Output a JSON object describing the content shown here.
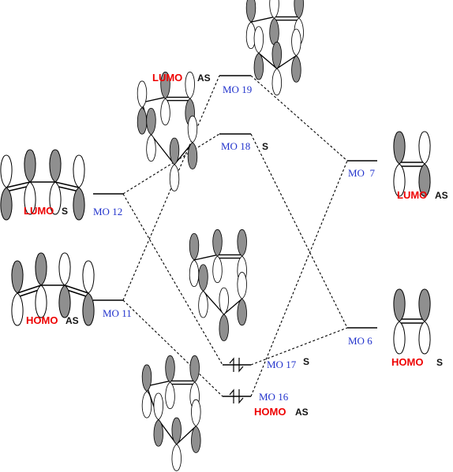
{
  "butadiene": {
    "lumo": {
      "label": "LUMO",
      "sym": "S",
      "mo": "MO 12"
    },
    "homo": {
      "label": "HOMO",
      "sym": "AS",
      "mo": "MO 11"
    }
  },
  "ethylene": {
    "lumo": {
      "label": "LUMO",
      "sym": "AS",
      "mo": "MO  7"
    },
    "homo": {
      "label": "HOMO",
      "sym": "S",
      "mo": "MO 6"
    }
  },
  "product": {
    "mo19": {
      "label": "LUMO",
      "sym": "AS",
      "mo": "MO 19"
    },
    "mo18": {
      "sym": "S",
      "mo": "MO 18"
    },
    "mo17": {
      "sym": "S",
      "mo": "MO 17"
    },
    "mo16": {
      "label": "HOMO",
      "sym": "AS",
      "mo": "MO 16"
    }
  },
  "colors": {
    "highlight": "#ee0000",
    "mo_label": "#2233cc",
    "lobe_shaded": "#8f8f8f",
    "lobe_open": "#ffffff"
  }
}
